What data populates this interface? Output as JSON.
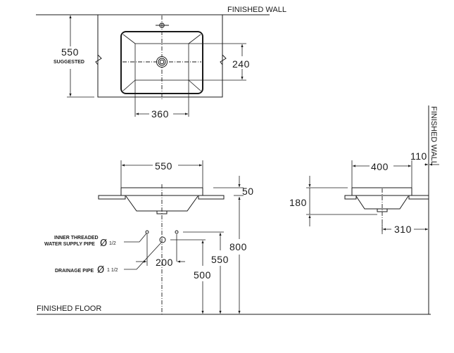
{
  "drawing": {
    "title": "Basin installation dimension drawing",
    "units": "mm",
    "labels": {
      "finished_wall_top": "FINISHED WALL",
      "finished_wall_side": "FINISHED WALL",
      "finished_floor": "FINISHED FLOOR",
      "suggested": "SUGGESTED",
      "supply_pipe_line1": "INNER THREADED",
      "supply_pipe_line2": "WATER SUPPLY PIPE",
      "supply_pipe_size_symbol": "Ø",
      "supply_pipe_size": "1/2",
      "drain_pipe": "DRAINAGE PIPE",
      "drain_pipe_size_symbol": "Ø",
      "drain_pipe_size": "1 1/2"
    },
    "plan_view": {
      "counter_depth": "550",
      "bowl_inner_depth": "240",
      "bowl_inner_width": "360"
    },
    "front_view": {
      "basin_width": "550",
      "rim_height": "50",
      "rim_to_floor": "800",
      "supply_height": "550",
      "drain_height": "500",
      "supply_offset": "200"
    },
    "side_view": {
      "basin_depth": "400",
      "wall_gap": "110",
      "basin_height": "180",
      "drain_to_wall": "310"
    }
  }
}
